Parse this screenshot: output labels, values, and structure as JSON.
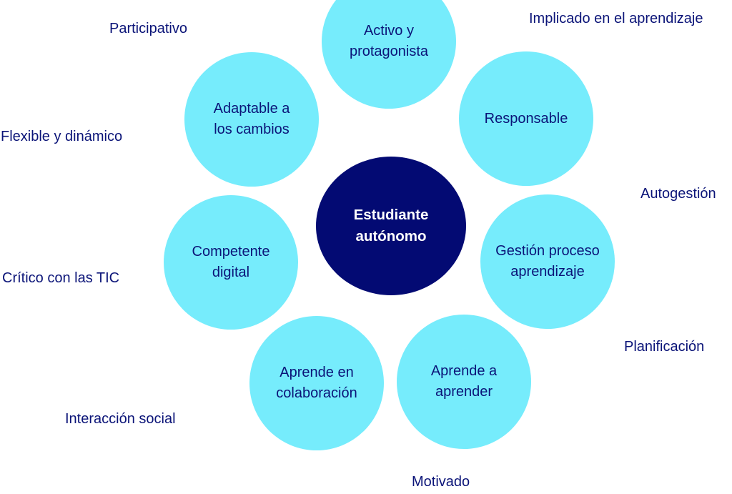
{
  "diagram": {
    "title": "Estudiante autónomo",
    "colors": {
      "outer_circle_fill": "#76ECFC",
      "center_circle_fill": "#030A73",
      "text_navy": "#0B1478",
      "center_text": "#FFFFFF",
      "background": "#FFFFFF"
    },
    "center": {
      "label": "Estudiante\nautónomo"
    },
    "circles": [
      {
        "id": "activo",
        "label": "Activo y\nprotagonista"
      },
      {
        "id": "responsable",
        "label": "Responsable"
      },
      {
        "id": "gestion",
        "label": "Gestión proceso\naprendizaje"
      },
      {
        "id": "aprende-a-aprender",
        "label": "Aprende a\naprender"
      },
      {
        "id": "aprende-en-colaboracion",
        "label": "Aprende en\ncolaboración"
      },
      {
        "id": "competente-digital",
        "label": "Competente\ndigital"
      },
      {
        "id": "adaptable",
        "label": "Adaptable a\nlos cambios"
      }
    ],
    "traits": [
      {
        "id": "participativo",
        "label": "Participativo"
      },
      {
        "id": "implicado",
        "label": "Implicado en el aprendizaje"
      },
      {
        "id": "flexible",
        "label": "Flexible y dinámico"
      },
      {
        "id": "autogestion",
        "label": "Autogestión"
      },
      {
        "id": "critico",
        "label": "Crítico con las TIC"
      },
      {
        "id": "planificacion",
        "label": "Planificación"
      },
      {
        "id": "interaccion",
        "label": "Interacción social"
      },
      {
        "id": "motivado",
        "label": "Motivado"
      }
    ]
  }
}
